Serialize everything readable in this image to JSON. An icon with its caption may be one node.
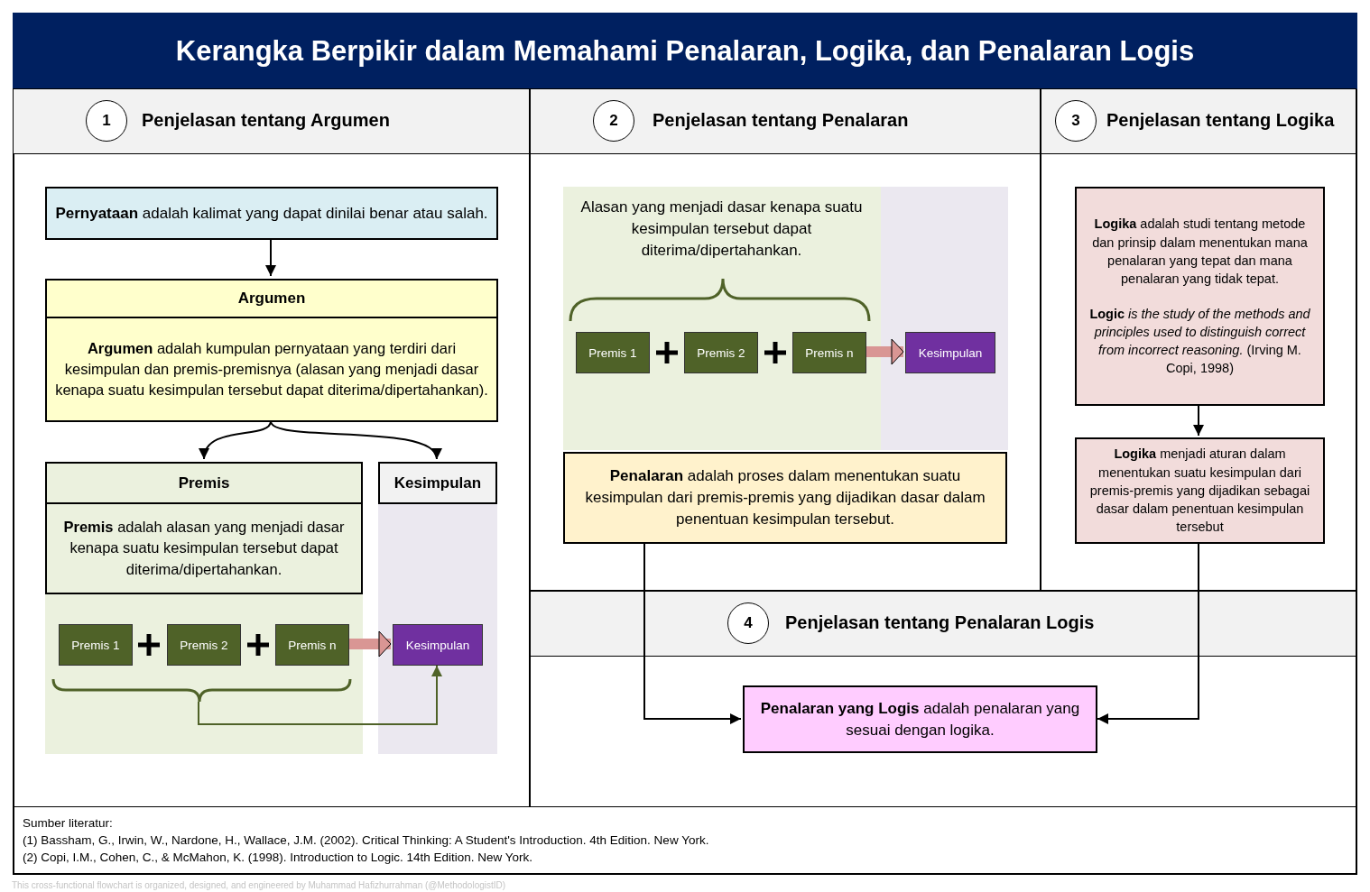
{
  "diagram": {
    "title": "Kerangka Berpikir dalam Memahami Penalaran, Logika, dan Penalaran Logis",
    "nodes": [
      {
        "text": [
          "1",
          "Penjelasan tentang Argumen"
        ]
      },
      {
        "text": [
          "**Pernyataan** adalah kalimat yang dapat dinilai benar atau salah."
        ],
        "in": 0
      },
      {
        "text": [
          "Argumen",
          "**Argumen** adalah kumpulan pernyataan yang terdiri dari kesimpulan dan premis-premisnya (alasan yang menjadi dasar kenapa suatu kesimpulan tersebut dapat diterima/dipertahankan)."
        ],
        "in": 0
      },
      {
        "text": [
          "Premis",
          "**Premis** adalah alasan yang menjadi dasar kenapa suatu kesimpulan tersebut dapat diterima/dipertahankan."
        ],
        "in": 0
      },
      {
        "text": [
          "Kesimpulan"
        ],
        "in": 0
      },
      {
        "text": [
          "Premis 1"
        ],
        "in": 0
      },
      {
        "text": [
          "Premis 2"
        ],
        "in": 0
      },
      {
        "text": [
          "Premis n"
        ],
        "in": 0
      },
      {
        "text": [
          "Kesimpulan"
        ],
        "in": 0
      },
      {
        "text": [
          "2",
          "Penjelasan tentang Penalaran"
        ]
      },
      {
        "text": [
          "Premis 1"
        ],
        "in": 9
      },
      {
        "text": [
          "Premis 2"
        ],
        "in": 9
      },
      {
        "text": [
          "Premis n"
        ],
        "in": 9
      },
      {
        "text": [
          "Kesimpulan"
        ],
        "in": 9
      },
      {
        "text": [
          "**Penalaran** adalah proses dalam menentukan suatu kesimpulan dari premis-premis yang dijadikan dasar dalam penentuan kesimpulan tersebut."
        ],
        "in": 9
      },
      {
        "text": [
          "3",
          "Penjelasan tentang Logika"
        ]
      },
      {
        "text": [
          "**Logika** adalah studi tentang metode dan prinsip dalam menentukan mana penalaran yang tepat dan mana penalaran yang tidak tepat.",
          "**Logic** *is the study of the methods and principles used to distinguish correct from incorrect reasoning.* (Irving M. Copi, 1998)"
        ],
        "in": 15
      },
      {
        "text": [
          "**Logika** menjadi aturan dalam menentukan suatu kesimpulan dari premis-premis yang dijadikan sebagai dasar dalam penentuan kesimpulan tersebut"
        ],
        "in": 15
      },
      {
        "text": [
          "4",
          "Penjelasan tentang Penalaran Logis"
        ]
      },
      {
        "text": [
          "**Penalaran yang Logis** adalah penalaran yang sesuai dengan logika."
        ],
        "in": 18
      }
    ],
    "edges": [
      {
        "from": 1,
        "to": 2,
        "arrow": "to"
      },
      {
        "from": 2,
        "to": 3,
        "arrow": "to"
      },
      {
        "from": 2,
        "to": 4,
        "arrow": "to"
      },
      {
        "from": 7,
        "to": 8,
        "arrow": "to",
        "style": "thick",
        "color": "#d99694"
      },
      {
        "from": null,
        "to": 8,
        "arrow": "to",
        "color": "#4f6228"
      },
      {
        "from": 12,
        "to": 13,
        "arrow": "to",
        "style": "thick",
        "color": "#d99694"
      },
      {
        "from": 16,
        "to": 17,
        "arrow": "to"
      },
      {
        "from": 14,
        "to": 19,
        "arrow": "to"
      },
      {
        "from": 17,
        "to": 19,
        "arrow": "to"
      }
    ],
    "labels": [
      "Alasan yang menjadi dasar kenapa suatu kesimpulan tersebut dapat diterima/dipertahankan.",
      "Sumber literatur:",
      "(1) Bassham, G., Irwin, W., Nardone, H., Wallace, J.M. (2002). Critical Thinking: A Student's Introduction. 4th Edition. New York.",
      "(2) Copi, I.M., Cohen, C., & McMahon, K. (1998). Introduction to Logic. 14th Edition. New York.",
      "This cross-functional flowchart is organized, designed, and engineered by Muhammad Hafizhurrahman (@MethodologistID)"
    ]
  }
}
